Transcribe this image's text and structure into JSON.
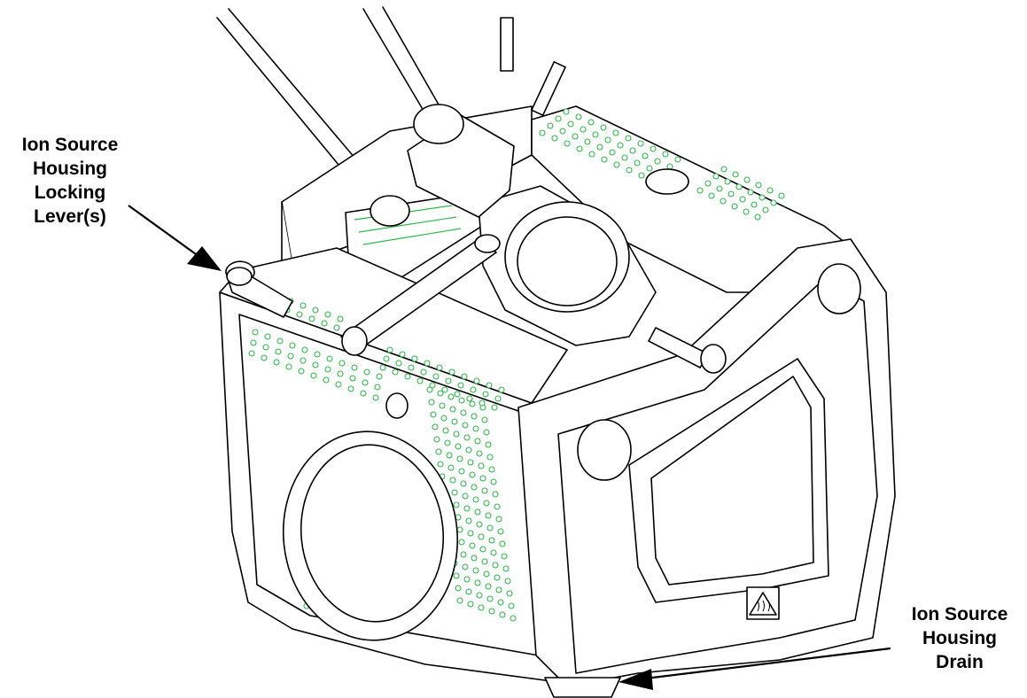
{
  "callouts": {
    "locking_lever": {
      "lines": [
        "Ion Source",
        "Housing",
        "Locking",
        "Lever(s)"
      ]
    },
    "drain": {
      "lines": [
        "Ion Source",
        "Housing",
        "Drain"
      ]
    }
  },
  "colors": {
    "line": "#000000",
    "vent_holes": "#2fb84a",
    "background": "#ffffff"
  },
  "icons": {
    "warning": "hot-surface-warning-icon"
  }
}
